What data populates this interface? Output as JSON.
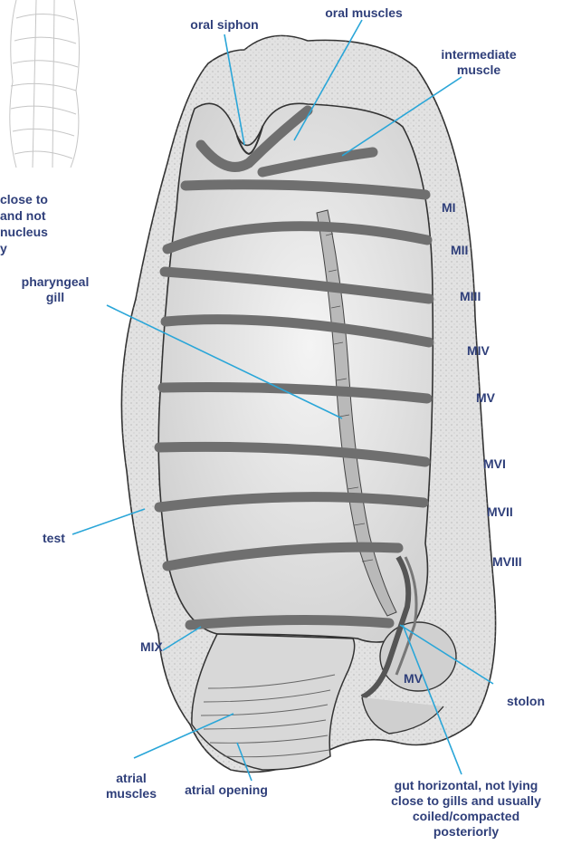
{
  "labels": {
    "oral_siphon": "oral siphon",
    "oral_muscles": "oral muscles",
    "intermediate_muscle_1": "intermediate",
    "intermediate_muscle_2": "muscle",
    "cut_1": "close to",
    "cut_2": "and not",
    "cut_3": "nucleus",
    "cut_4": "y",
    "pharyngeal_1": "pharyngeal",
    "pharyngeal_2": "gill",
    "test": "test",
    "mix": "MIX",
    "atrial_muscles_1": "atrial",
    "atrial_muscles_2": "muscles",
    "atrial_opening": "atrial opening",
    "gut_1": "gut horizontal, not lying",
    "gut_2": "close to gills and usually",
    "gut_3": "coiled/compacted",
    "gut_4": "posteriorly",
    "stolon": "stolon",
    "mv_inner": "MV"
  },
  "muscle_bands": [
    "MI",
    "MII",
    "MIII",
    "MIV",
    "MV",
    "MVI",
    "MVII",
    "MVIII"
  ],
  "colors": {
    "label": "#2f3f7a",
    "leader": "#2aa6d8",
    "band": "#6f6f6f",
    "body": "#ececec",
    "outline": "#333333"
  }
}
